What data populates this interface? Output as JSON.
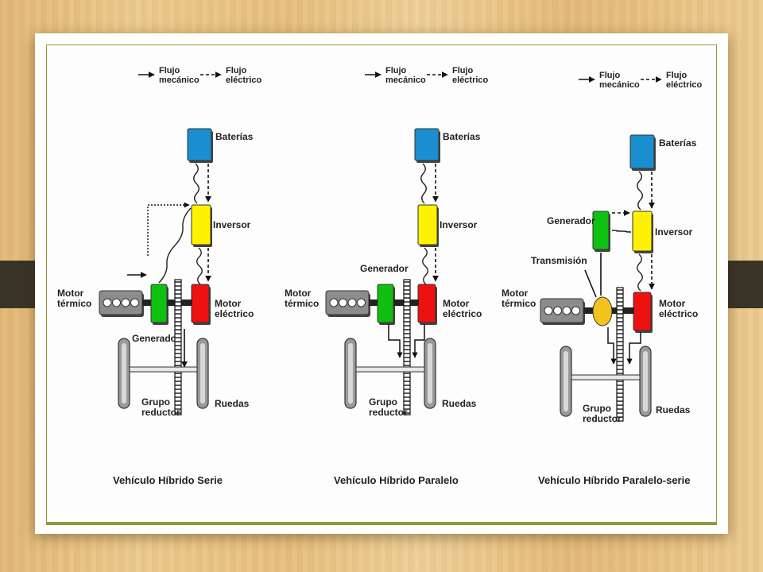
{
  "legend": {
    "mechanical": "Flujo\nmecánico",
    "electric": "Flujo\neléctrico"
  },
  "diagrams": [
    {
      "caption": "Vehículo Híbrido Serie",
      "labels": {
        "batteries": "Baterías",
        "inverter": "Inversor",
        "engine": "Motor\ntérmico",
        "generator": "Generador",
        "motor": "Motor\neléctrico",
        "reducer": "Grupo\nreductor",
        "wheels": "Ruedas"
      }
    },
    {
      "caption": "Vehículo Híbrido Paralelo",
      "labels": {
        "batteries": "Baterías",
        "inverter": "Inversor",
        "engine": "Motor\ntérmico",
        "generator": "Generador",
        "motor": "Motor\neléctrico",
        "reducer": "Grupo\nreductor",
        "wheels": "Ruedas"
      }
    },
    {
      "caption": "Vehículo Híbrido Paralelo-serie",
      "labels": {
        "batteries": "Baterías",
        "inverter": "Inversor",
        "engine": "Motor\ntérmico",
        "generator": "Generador",
        "transmission": "Transmisión",
        "motor": "Motor\neléctrico",
        "reducer": "Grupo\nreductor",
        "wheels": "Ruedas"
      }
    }
  ],
  "colors": {
    "batteries": "#1a8fd0",
    "inverter": "#fff200",
    "generator": "#10c010",
    "motor": "#ee1111",
    "transmission": "#f4c21c",
    "engine": "#8c8c8c",
    "frame": "#8f9a3a"
  }
}
